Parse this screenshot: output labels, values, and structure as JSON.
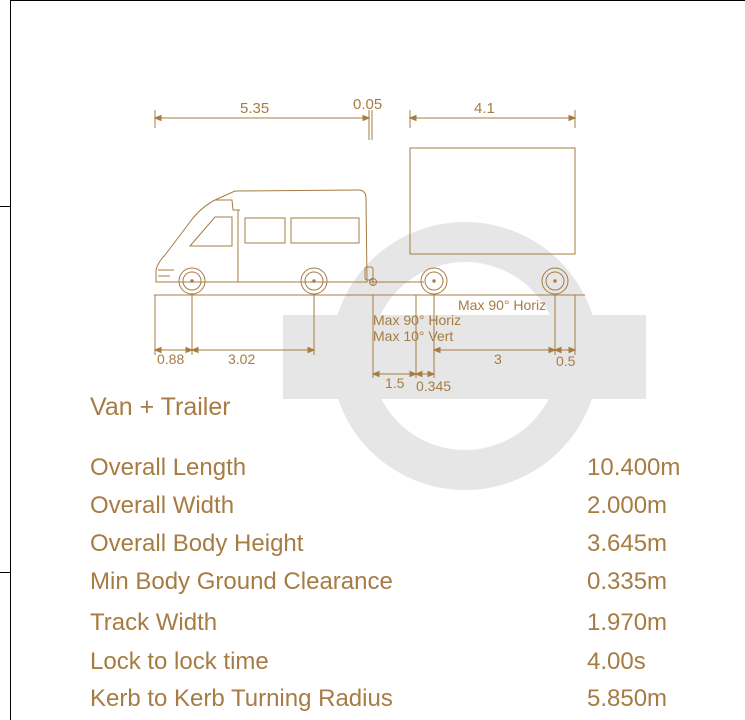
{
  "colors": {
    "drawing": "#a67c43",
    "text": "#a67c43",
    "watermark": "#e6e6e6",
    "frame": "#000000"
  },
  "dimensions": {
    "van_length": "5.35",
    "hitch_gap": "0.05",
    "trailer_length": "4.1",
    "front_overhang": "0.88",
    "van_wheelbase": "3.02",
    "hitch_offset": "1.5",
    "drawbar": "0.345",
    "trailer_axle": "3",
    "rear_overhang": "0.5"
  },
  "notes": {
    "trailer_pivot": "Max 90° Horiz",
    "hitch_horiz": "Max 90° Horiz",
    "hitch_vert": "Max 10° Vert"
  },
  "title": "Van + Trailer",
  "specs": [
    {
      "label": "Overall Length",
      "value": "10.400m"
    },
    {
      "label": "Overall Width",
      "value": "2.000m"
    },
    {
      "label": "Overall Body Height",
      "value": "3.645m"
    },
    {
      "label": "Min Body Ground Clearance",
      "value": "0.335m"
    },
    {
      "label": "Track Width",
      "value": "1.970m"
    },
    {
      "label": "Lock to lock time",
      "value": "4.00s"
    },
    {
      "label": "Kerb to Kerb Turning Radius",
      "value": "5.850m"
    }
  ]
}
